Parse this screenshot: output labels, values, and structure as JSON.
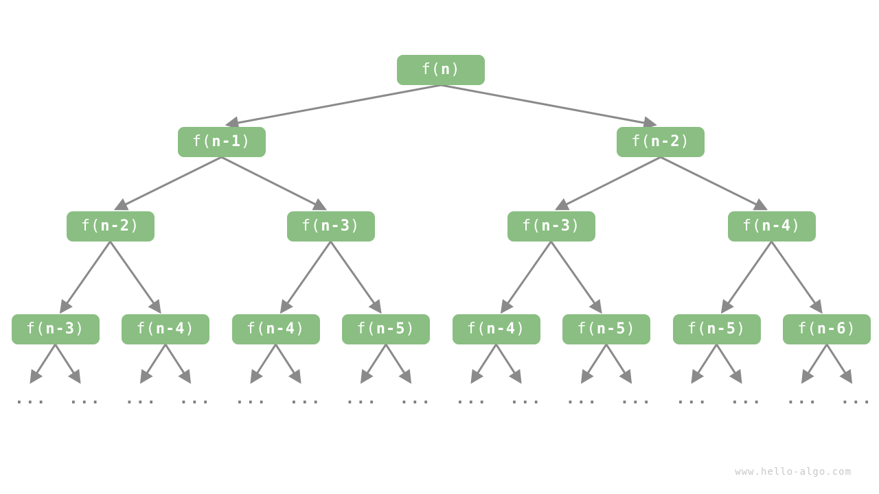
{
  "diagram": {
    "name": "fibonacci-recursion-tree",
    "node_color": "#8ABE82",
    "node_text_color": "#FFFFFF",
    "arrow_color": "#8A8A8A",
    "dot_color": "#7F7F7F",
    "levels": [
      [
        "f(n)"
      ],
      [
        "f(n-1)",
        "f(n-2)"
      ],
      [
        "f(n-2)",
        "f(n-3)",
        "f(n-3)",
        "f(n-4)"
      ],
      [
        "f(n-3)",
        "f(n-4)",
        "f(n-4)",
        "f(n-5)",
        "f(n-4)",
        "f(n-5)",
        "f(n-5)",
        "f(n-6)"
      ]
    ],
    "leaves": [
      "...",
      "...",
      "...",
      "...",
      "...",
      "...",
      "...",
      "...",
      "...",
      "...",
      "...",
      "...",
      "...",
      "...",
      "...",
      "..."
    ]
  },
  "watermark": {
    "text": "www.hello-algo.com"
  }
}
